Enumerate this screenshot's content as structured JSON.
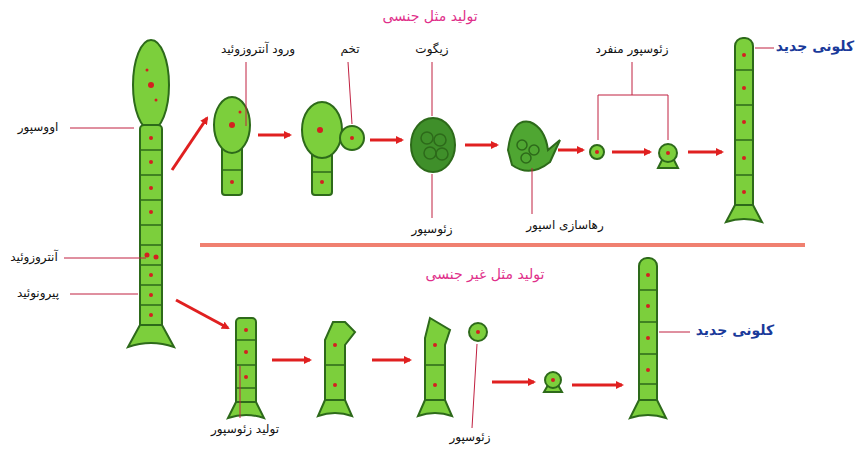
{
  "diagram": {
    "labels": [
      "تولید مثل جنسی",
      "ورود آنتروزوئید",
      "تخم",
      "زیگوت",
      "زئوسپور منفرد",
      "کلونی جدید",
      "اووسپور",
      "زئوسپور",
      "رهاسازی اسپور",
      "آنتروزوئید",
      "پیرونوئید",
      "تولید مثل غیر جنسی",
      "کلونی جدید",
      "تولید زئوسپور",
      "زئوسپور"
    ]
  }
}
